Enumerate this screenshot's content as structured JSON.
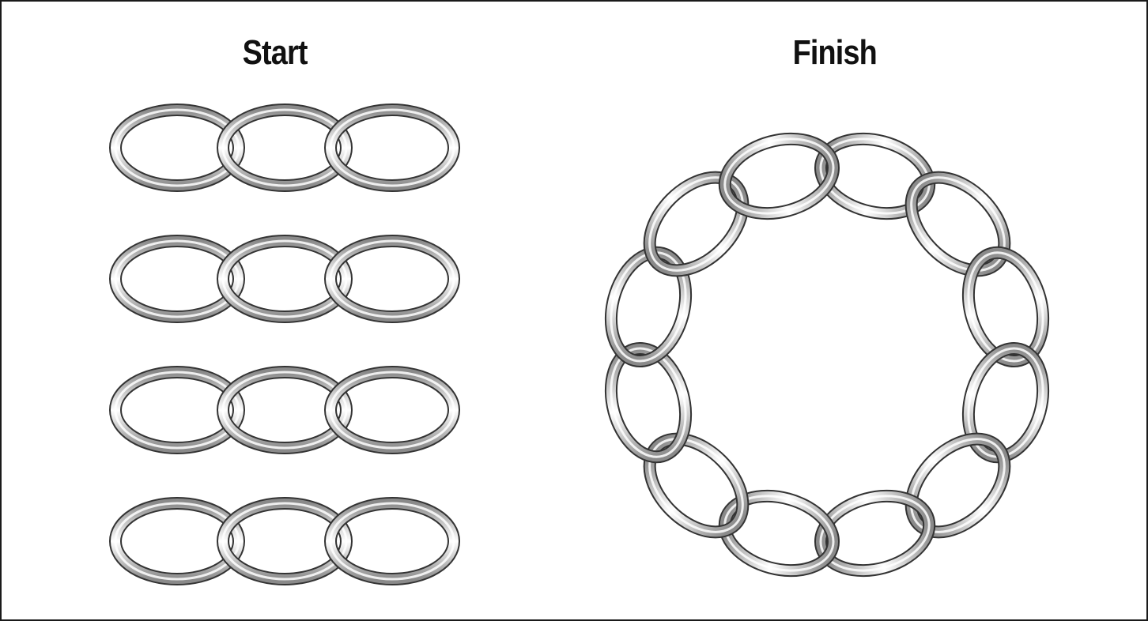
{
  "headings": {
    "start": "Start",
    "finish": "Finish"
  },
  "diagram": {
    "start_chain_count": 4,
    "links_per_start_chain": 3,
    "finish_ring_links": 12
  },
  "colors": {
    "background": "#ffffff",
    "frame_border": "#1a1a1a",
    "link_outline": "#333333",
    "link_highlight": "#ffffff",
    "link_shadow": "#8a8a8a",
    "heading_text": "#111111"
  }
}
